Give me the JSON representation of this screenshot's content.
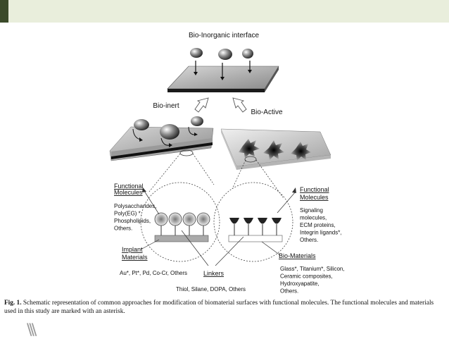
{
  "diagram": {
    "title": "Bio-Inorganic interface",
    "bio_inert": "Bio-inert",
    "bio_active": "Bio-Active",
    "left_group": {
      "heading": "Functional\nMolecules",
      "items": "Polysaccharides,\nPoly(EG) *,\nPhospholipids,\nOthers."
    },
    "right_group": {
      "heading": "Functional\nMolecules",
      "items": "Signaling\nmolecules,\nECM proteins,\nIntegrin ligands*,\nOthers."
    },
    "implant": {
      "heading": "Implant\nMaterials",
      "items": "Au*, Pt*, Pd, Co-Cr, Others"
    },
    "linkers": {
      "heading": "Linkers",
      "items": "Thiol, Silane, DOPA, Others"
    },
    "biomaterials": {
      "heading": "Bio-Materials",
      "items": "Glass*, Titanium*, Silicon,\nCeramic composites,\nHydroxyapatite,\nOthers."
    }
  },
  "caption": {
    "label": "Fig. 1.",
    "text": "Schematic representation of common approaches for modification of biomaterial surfaces with functional molecules. The functional molecules and materials used in this study are marked with an asterisk."
  }
}
